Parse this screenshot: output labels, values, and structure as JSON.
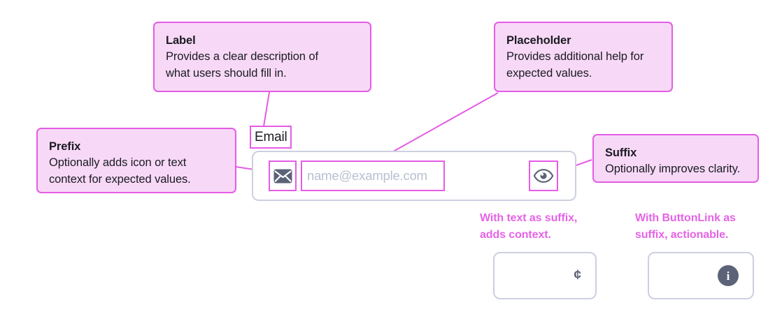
{
  "callouts": {
    "label": {
      "title": "Label",
      "body": "Provides a clear description of\nwhat users should fill in."
    },
    "placeholder": {
      "title": "Placeholder",
      "body": "Provides additional help for\nexpected values."
    },
    "prefix": {
      "title": "Prefix",
      "body": "Optionally adds icon or text\ncontext for expected values."
    },
    "suffix": {
      "title": "Suffix",
      "body": "Optionally improves clarity."
    }
  },
  "field": {
    "label": "Email",
    "placeholder": "name@example.com",
    "prefix_icon": "envelope-icon",
    "suffix_icon": "eye-icon"
  },
  "variants": [
    {
      "caption": "With text as suffix,\nadds context.",
      "suffix_text": "¢"
    },
    {
      "caption": "With ButtonLink as\nsuffix, actionable.",
      "suffix_icon": "info-circle-icon",
      "suffix_glyph": "i"
    }
  ],
  "colors": {
    "annotation_fill": "#f7d9f7",
    "annotation_border": "#e55ce5",
    "caption_text": "#e663e6",
    "input_border": "#ccd0e0",
    "placeholder_text": "#b9bfd1",
    "icon_slate": "#5c6378",
    "body_text": "#1b1b22"
  }
}
